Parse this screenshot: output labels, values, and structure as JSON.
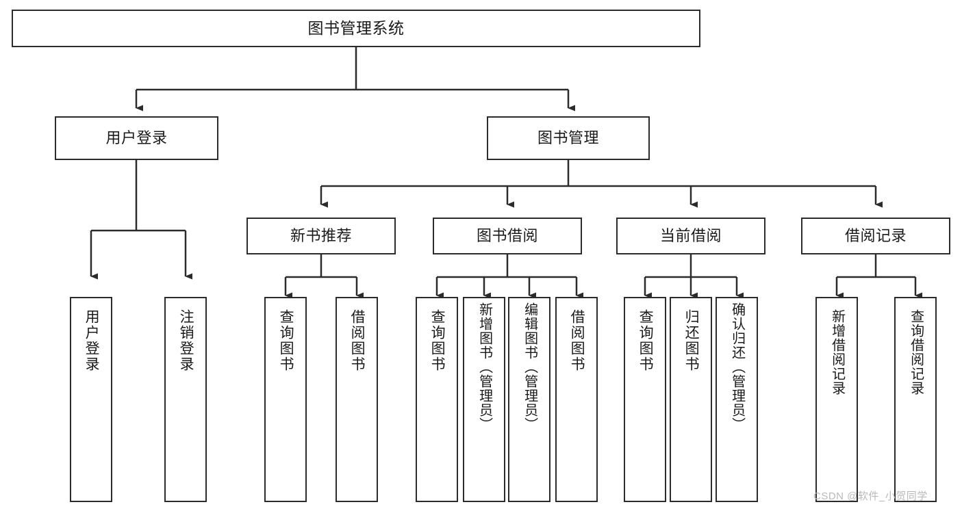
{
  "diagram": {
    "title": "图书管理系统",
    "type": "tree",
    "orientation": "top-down",
    "line_color": "#2b2b2b",
    "box_fill": "#ffffff",
    "text_color": "#1a1a1a",
    "levels": [
      {
        "level": 1,
        "nodes": [
          {
            "id": "root",
            "label": "图书管理系统"
          }
        ]
      },
      {
        "level": 2,
        "nodes": [
          {
            "id": "login",
            "label": "用户登录",
            "parent": "root"
          },
          {
            "id": "bookmgmt",
            "label": "图书管理",
            "parent": "root"
          }
        ]
      },
      {
        "level": 3,
        "nodes": [
          {
            "id": "newbook",
            "label": "新书推荐",
            "parent": "bookmgmt"
          },
          {
            "id": "borrow",
            "label": "图书借阅",
            "parent": "bookmgmt"
          },
          {
            "id": "current",
            "label": "当前借阅",
            "parent": "bookmgmt"
          },
          {
            "id": "records",
            "label": "借阅记录",
            "parent": "bookmgmt"
          }
        ]
      },
      {
        "level": 4,
        "nodes": [
          {
            "id": "leaf-1",
            "label": "用户登录",
            "parent": "login"
          },
          {
            "id": "leaf-2",
            "label": "注销登录",
            "parent": "login"
          },
          {
            "id": "leaf-3",
            "label": "查询图书",
            "parent": "newbook"
          },
          {
            "id": "leaf-4",
            "label": "借阅图书",
            "parent": "newbook"
          },
          {
            "id": "leaf-5",
            "label": "查询图书",
            "parent": "borrow"
          },
          {
            "id": "leaf-6",
            "label": "新增图书（管理员）",
            "parent": "borrow"
          },
          {
            "id": "leaf-7",
            "label": "编辑图书（管理员）",
            "parent": "borrow"
          },
          {
            "id": "leaf-8",
            "label": "借阅图书",
            "parent": "borrow"
          },
          {
            "id": "leaf-9",
            "label": "查询图书",
            "parent": "current"
          },
          {
            "id": "leaf-10",
            "label": "归还图书",
            "parent": "current"
          },
          {
            "id": "leaf-11",
            "label": "确认归还（管理员）",
            "parent": "current"
          },
          {
            "id": "leaf-12",
            "label": "新增借阅记录",
            "parent": "records"
          },
          {
            "id": "leaf-13",
            "label": "查询借阅记录",
            "parent": "records"
          }
        ]
      }
    ]
  },
  "watermark": {
    "text": "CSDN @软件_小贺同学"
  }
}
